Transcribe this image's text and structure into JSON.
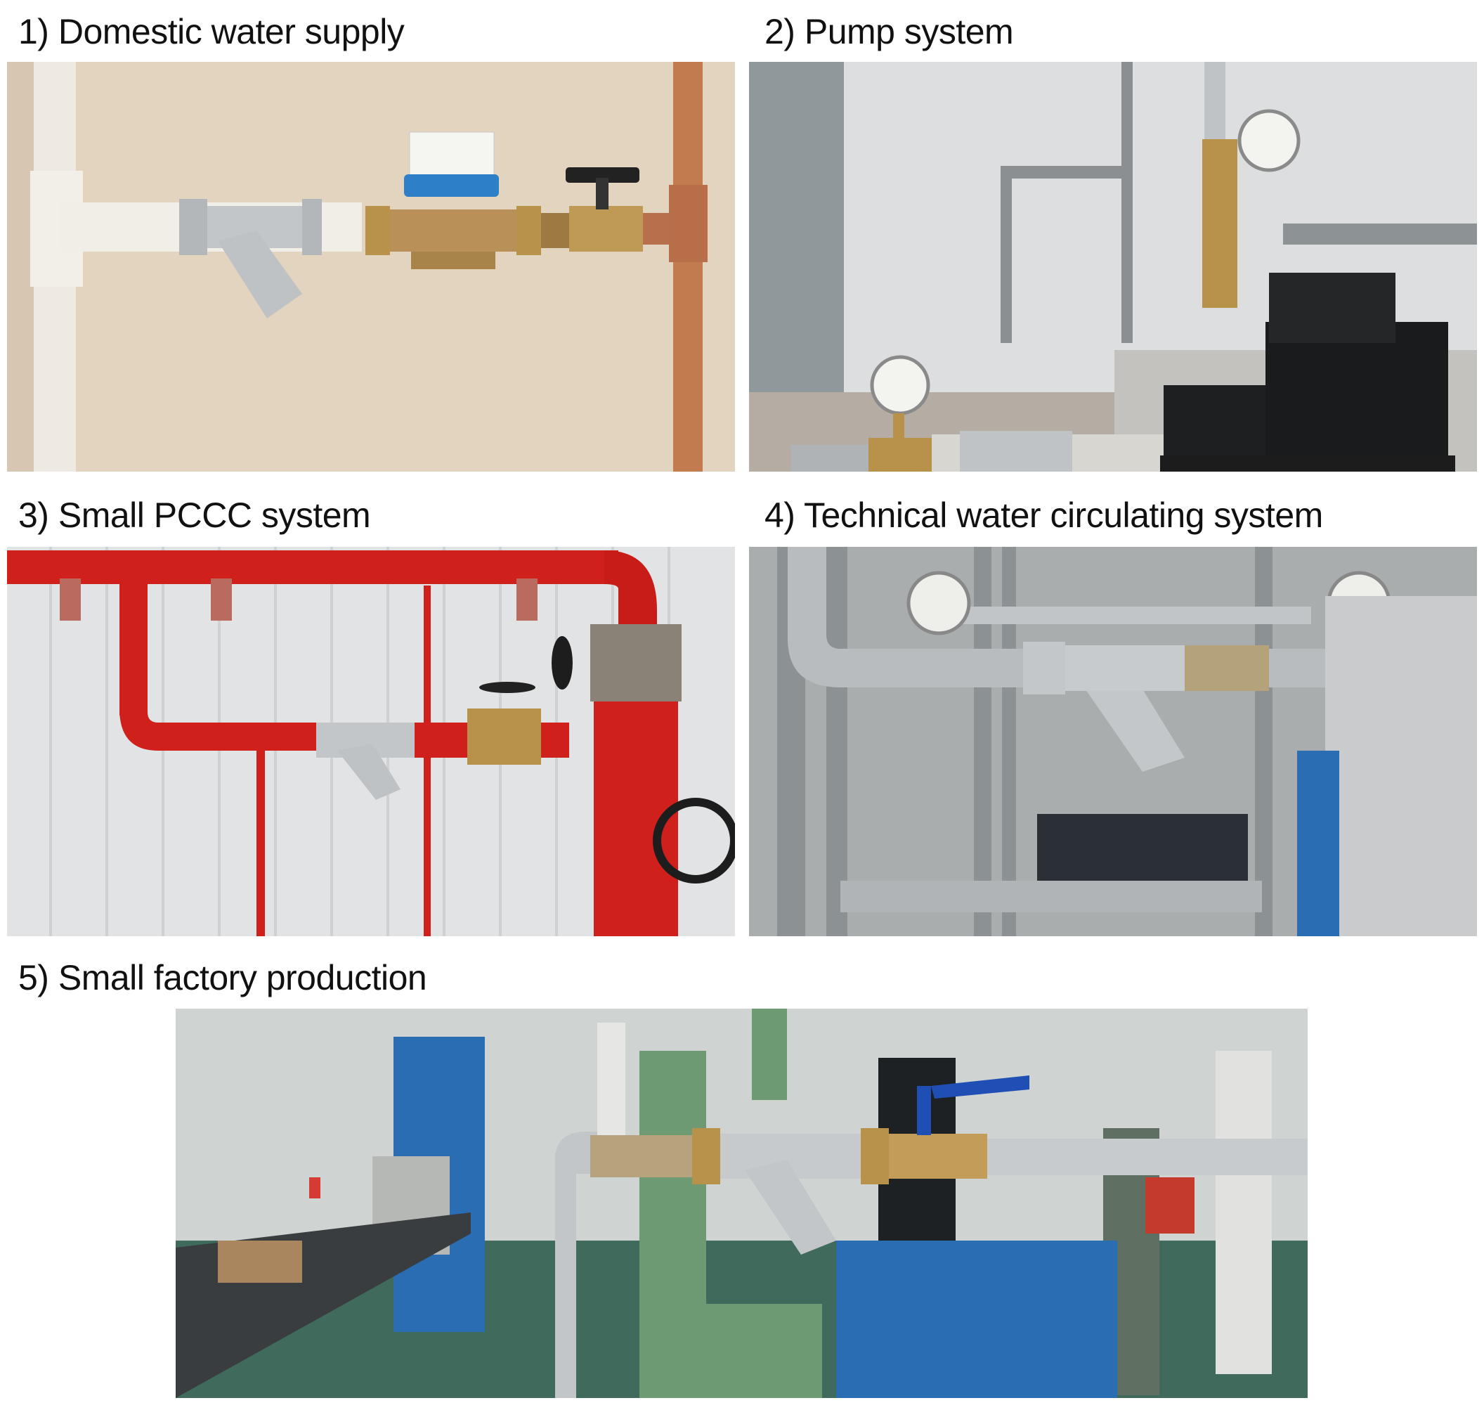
{
  "panels": [
    {
      "caption": "1) Domestic water supply",
      "scene": "Y-strainer installed between white PVC pipe and brass water meter with blue collar, ball valve with black lever, copper pipe on beige wall"
    },
    {
      "caption": "2) Pump system",
      "scene": "Y-strainer on pump inlet with pressure gauges, brass fittings, black centrifugal pump and motor on concrete base, grey tank at left"
    },
    {
      "caption": "3) Small PCCC system",
      "scene": "Red fire-protection piping with sprinkler heads, Y-strainer, brass globe valve, flanged valves with black handwheels on corrugated white wall"
    },
    {
      "caption": "4) Technical water circulating system",
      "scene": "Stainless steel piping with Y-strainer, two pressure gauges, pump motor and blue equipment in background"
    },
    {
      "caption": "5) Small factory production",
      "scene": "Galvanized pipe with Y-strainer and brass ball valve with blue lever in front of vertical pump, workshop with green and blue machines and workbench with tools"
    }
  ],
  "colors": {
    "background": "#ffffff",
    "caption_text": "#111111",
    "wall_beige": "#e3d4c0",
    "fire_red": "#d0201c",
    "steel": "#b9bcbf",
    "brass": "#b8914a",
    "meter_blue": "#2d7fc8",
    "machine_blue": "#2a6db3",
    "machine_green": "#6d9a72"
  }
}
